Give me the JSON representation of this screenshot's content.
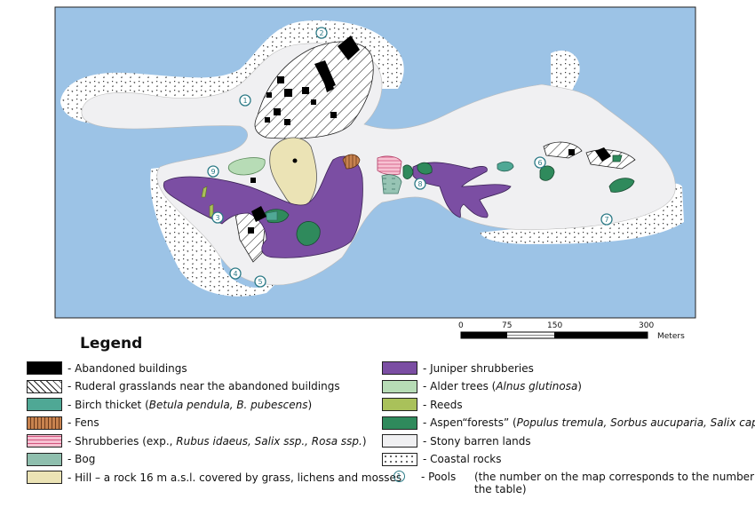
{
  "colors": {
    "water": "#9cc3e6",
    "stony": "#f0f0f2",
    "buildings": "#000000",
    "birch": "#4fa895",
    "fens": "#b8693a",
    "shrubberies": "#f2a6bd",
    "bog": "#8fbfae",
    "hill": "#ebe3b5",
    "juniper": "#7b4ea3",
    "alder": "#b7dcb6",
    "reeds": "#a9c15a",
    "aspen": "#2f8a5c",
    "pool": "#2c7a86"
  },
  "map": {
    "pool_numbers": [
      "1",
      "2",
      "3",
      "4",
      "5",
      "6",
      "7",
      "8",
      "9"
    ]
  },
  "scale": {
    "ticks": [
      "0",
      "75",
      "150",
      "300"
    ],
    "unit": "Meters"
  },
  "legend": {
    "title": "Legend",
    "left": [
      {
        "key": "buildings",
        "pattern": "solid-black",
        "prefix": "- Abandoned buildings",
        "italic": "",
        "suffix": ""
      },
      {
        "key": "ruderal",
        "pattern": "hatch",
        "prefix": "- Ruderal grasslands near the abandoned buildings",
        "italic": "",
        "suffix": ""
      },
      {
        "key": "birch",
        "pattern": "birch",
        "prefix": "- Birch thicket (",
        "italic": "Betula pendula, B. pubescens",
        "suffix": ")"
      },
      {
        "key": "fens",
        "pattern": "fens",
        "prefix": "- Fens",
        "italic": "",
        "suffix": ""
      },
      {
        "key": "shrubberies",
        "pattern": "shrub",
        "prefix": "- Shrubberies (exp., ",
        "italic": "Rubus idaeus, Salix ssp., Rosa ssp.",
        "suffix": ")"
      },
      {
        "key": "bog",
        "pattern": "bog",
        "prefix": "- Bog",
        "italic": "",
        "suffix": ""
      },
      {
        "key": "hill",
        "pattern": "hill",
        "prefix": "- Hill – a rock 16 m a.s.l. covered by grass, lichens and mosses",
        "italic": "",
        "suffix": ""
      }
    ],
    "right": [
      {
        "key": "juniper",
        "pattern": "juniper",
        "prefix": "- Juniper shrubberies",
        "italic": "",
        "suffix": ""
      },
      {
        "key": "alder",
        "pattern": "alder",
        "prefix": "- Alder trees (",
        "italic": "Alnus glutinosa",
        "suffix": ")"
      },
      {
        "key": "reeds",
        "pattern": "reeds",
        "prefix": "- Reeds",
        "italic": "",
        "suffix": ""
      },
      {
        "key": "aspen",
        "pattern": "aspen",
        "prefix": "- Aspen“forests” (",
        "italic": "Populus tremula, Sorbus aucuparia, Salix caprea",
        "suffix": ")"
      },
      {
        "key": "stony",
        "pattern": "stony",
        "prefix": "- Stony barren lands",
        "italic": "",
        "suffix": ""
      },
      {
        "key": "coastal",
        "pattern": "coastal",
        "prefix": "- Coastal rocks",
        "italic": "",
        "suffix": ""
      }
    ],
    "pools": {
      "icon_number": "1",
      "label": "- Pools",
      "note": "(the number on the map corresponds to the number in the table)"
    }
  }
}
